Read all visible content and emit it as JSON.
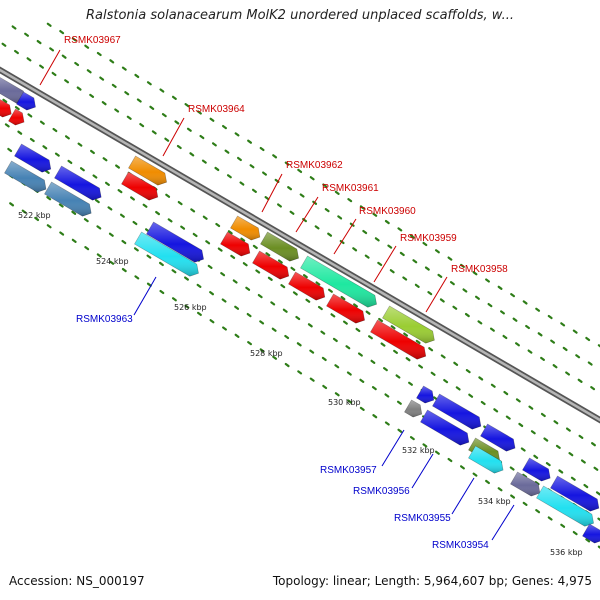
{
  "title": "Ralstonia solanacearum MolK2 unordered unplaced scaffolds, w...",
  "footer": {
    "accession": "Accession: NS_000197",
    "summary": "Topology: linear; Length: 5,964,607 bp; Genes: 4,975"
  },
  "colors": {
    "backbone": "#7a7a7a",
    "tick": "#2e7d18",
    "label_forward": "#cc0000",
    "label_reverse": "#0000cc",
    "red": "#ee0000",
    "blue": "#1515e0",
    "steel": "#4682b4",
    "orange": "#f08c00",
    "olive": "#6b8e23",
    "spring": "#1ee8a0",
    "lime": "#9acd32",
    "cyan": "#22e0f0",
    "gray": "#808080",
    "slate": "#6a6a9a"
  },
  "scale_labels": [
    "522 kbp",
    "524 kbp",
    "526 kbp",
    "528 kbp",
    "530 kbp",
    "532 kbp",
    "534 kbp",
    "536 kbp"
  ],
  "gene_labels": [
    "RSMK03967",
    "RSMK03964",
    "RSMK03962",
    "RSMK03961",
    "RSMK03960",
    "RSMK03959",
    "RSMK03958",
    "RSMK03963",
    "RSMK03957",
    "RSMK03956",
    "RSMK03955",
    "RSMK03954"
  ]
}
